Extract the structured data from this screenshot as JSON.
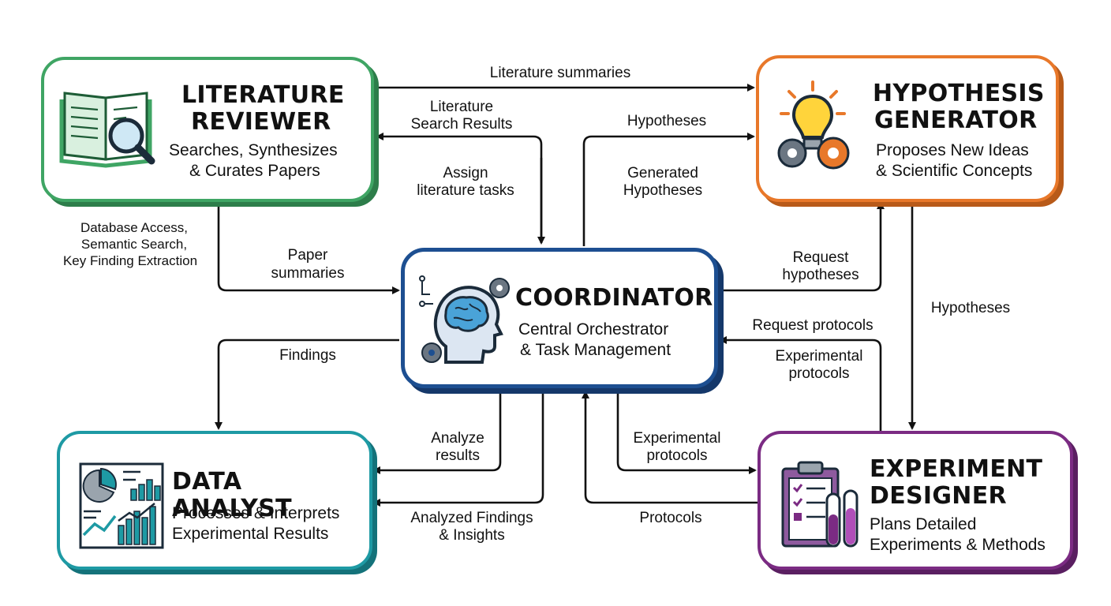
{
  "colors": {
    "literature": "#3fa564",
    "hypothesis": "#e8782a",
    "coordinator": "#1d4f91",
    "analyst": "#1e9aa4",
    "designer": "#7b2b83",
    "arrow": "#111111"
  },
  "nodes": {
    "literature": {
      "title_1": "LITERATURE",
      "title_2": "REVIEWER",
      "sub_1": "Searches, Synthesizes",
      "sub_2": "& Curates Papers",
      "icon": "book-magnifier-icon"
    },
    "hypothesis": {
      "title_1": "HYPOTHESIS",
      "title_2": "GENERATOR",
      "sub_1": "Proposes New Ideas",
      "sub_2": "& Scientific Concepts",
      "icon": "lightbulb-gears-icon"
    },
    "coordinator": {
      "title": "COORDINATOR",
      "sub_1": "Central Orchestrator",
      "sub_2": "& Task Management",
      "icon": "brain-head-icon"
    },
    "analyst": {
      "title": "DATA ANALYST",
      "sub_1": "Processes & Interprets",
      "sub_2": "Experimental Results",
      "icon": "charts-icon"
    },
    "designer": {
      "title_1": "EXPERIMENT",
      "title_2": "DESIGNER",
      "sub_1": "Plans Detailed",
      "sub_2": "Experiments & Methods",
      "icon": "clipboard-testtubes-icon"
    }
  },
  "edges": {
    "literature_summaries": "Literature summaries",
    "literature_search_results_1": "Literature",
    "literature_search_results_2": "Search Results",
    "assign_literature_tasks_1": "Assign",
    "assign_literature_tasks_2": "literature tasks",
    "hypotheses_top": "Hypotheses",
    "generated_hypotheses_1": "Generated",
    "generated_hypotheses_2": "Hypotheses",
    "database_access_1": "Database Access,",
    "database_access_2": "Semantic Search,",
    "database_access_3": "Key Finding Extraction",
    "paper_summaries_1": "Paper",
    "paper_summaries_2": "summaries",
    "request_hypotheses_1": "Request",
    "request_hypotheses_2": "hypotheses",
    "hypotheses_right": "Hypotheses",
    "request_protocols": "Request protocols",
    "experimental_protocols_right_1": "Experimental",
    "experimental_protocols_right_2": "protocols",
    "findings": "Findings",
    "analyze_results_1": "Analyze",
    "analyze_results_2": "results",
    "experimental_protocols_bottom_1": "Experimental",
    "experimental_protocols_bottom_2": "protocols",
    "analyzed_findings_1": "Analyzed Findings",
    "analyzed_findings_2": "& Insights",
    "protocols": "Protocols"
  }
}
